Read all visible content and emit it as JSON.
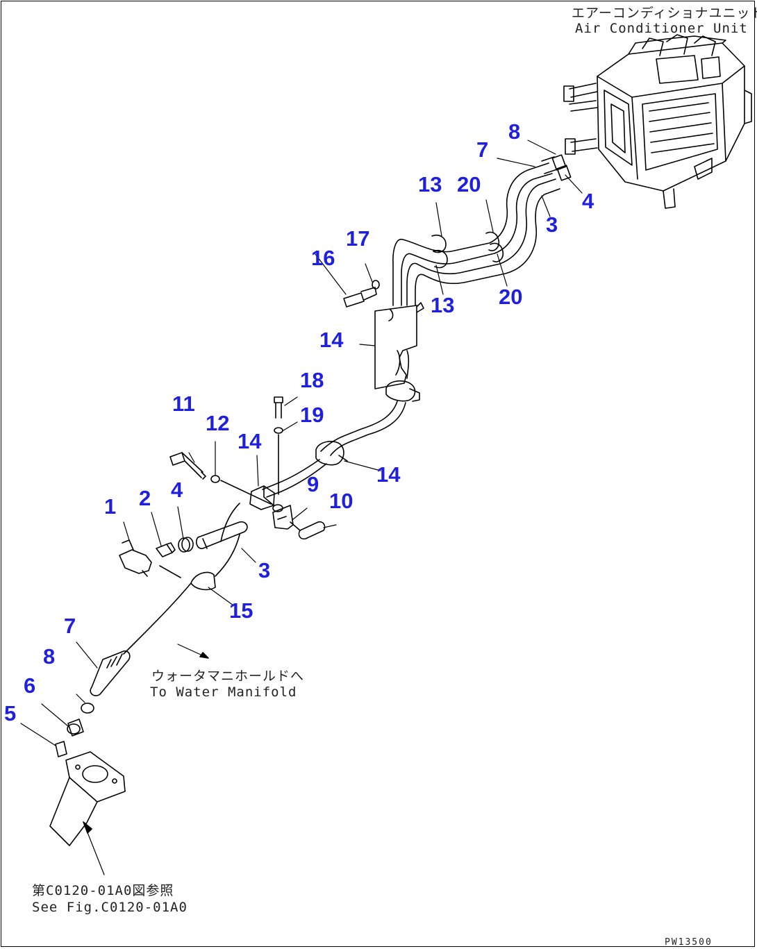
{
  "notes": {
    "ac_unit_jp": "エアーコンディショナユニット",
    "ac_unit_en": "Air Conditioner Unit",
    "water_manifold_jp": "ウォータマニホールドへ",
    "water_manifold_en": "To Water Manifold",
    "see_fig_jp": "第C0120-01A0図参照",
    "see_fig_en": "See Fig.C0120-01A0"
  },
  "drawing_code": "PW13500",
  "callouts": [
    {
      "id": "c1",
      "label": "1"
    },
    {
      "id": "c2",
      "label": "2"
    },
    {
      "id": "c3a",
      "label": "3"
    },
    {
      "id": "c3b",
      "label": "3"
    },
    {
      "id": "c4a",
      "label": "4"
    },
    {
      "id": "c4b",
      "label": "4"
    },
    {
      "id": "c5",
      "label": "5"
    },
    {
      "id": "c6",
      "label": "6"
    },
    {
      "id": "c7a",
      "label": "7"
    },
    {
      "id": "c7b",
      "label": "7"
    },
    {
      "id": "c8a",
      "label": "8"
    },
    {
      "id": "c8b",
      "label": "8"
    },
    {
      "id": "c9",
      "label": "9"
    },
    {
      "id": "c10",
      "label": "10"
    },
    {
      "id": "c11",
      "label": "11"
    },
    {
      "id": "c12",
      "label": "12"
    },
    {
      "id": "c13a",
      "label": "13"
    },
    {
      "id": "c13b",
      "label": "13"
    },
    {
      "id": "c14a",
      "label": "14"
    },
    {
      "id": "c14b",
      "label": "14"
    },
    {
      "id": "c14c",
      "label": "14"
    },
    {
      "id": "c15",
      "label": "15"
    },
    {
      "id": "c16",
      "label": "16"
    },
    {
      "id": "c17",
      "label": "17"
    },
    {
      "id": "c18",
      "label": "18"
    },
    {
      "id": "c19",
      "label": "19"
    },
    {
      "id": "c20a",
      "label": "20"
    },
    {
      "id": "c20b",
      "label": "20"
    }
  ],
  "colors": {
    "callout": "#1f1fe0",
    "line": "#000000"
  }
}
